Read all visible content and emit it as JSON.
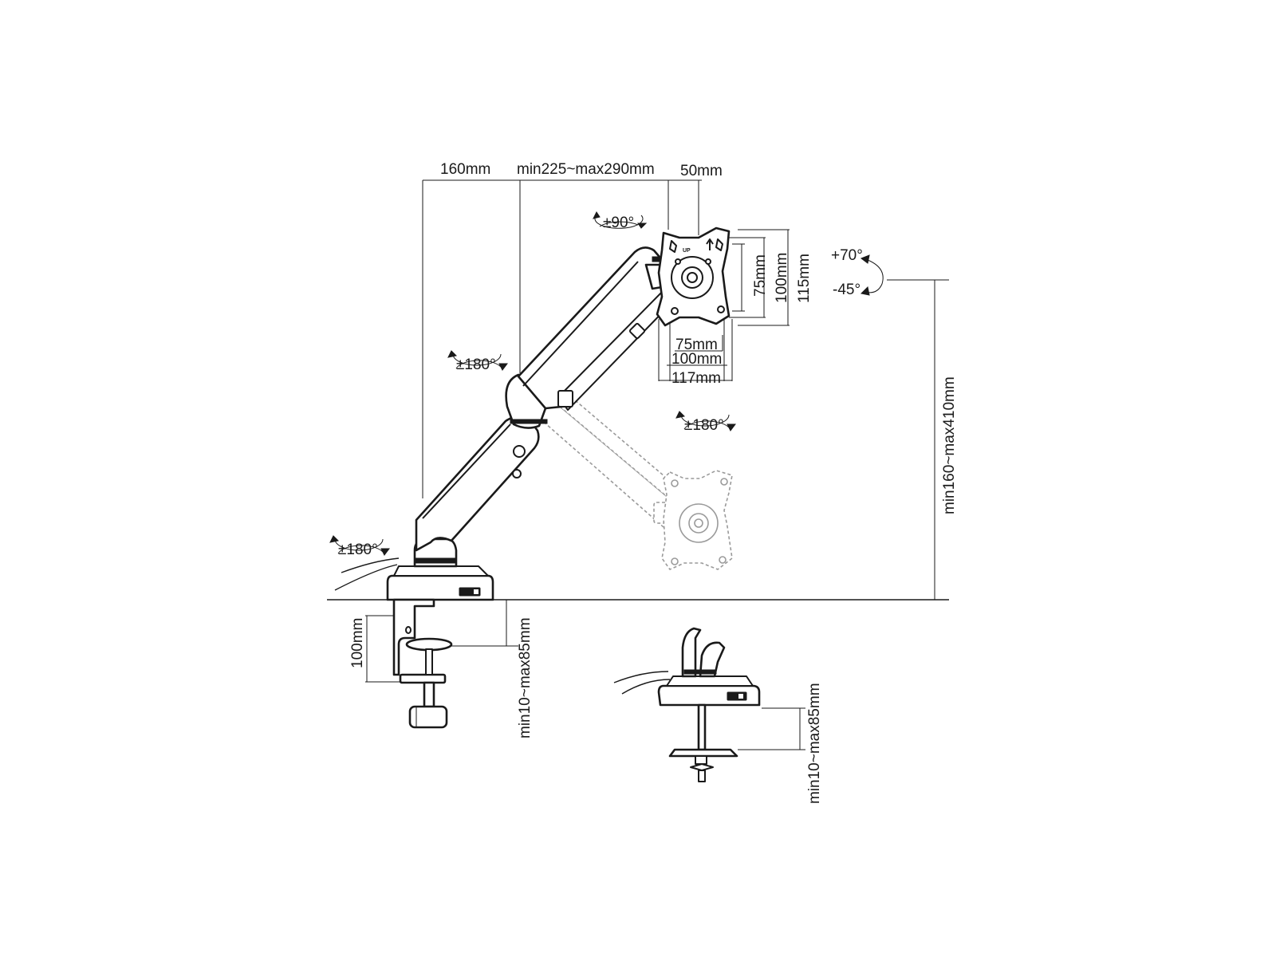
{
  "dimensions": {
    "base_to_pole": "160mm",
    "arm_reach": "min225~max290mm",
    "vesa_offset": "50mm",
    "vesa_height_75": "75mm",
    "vesa_height_100": "100mm",
    "plate_height": "115mm",
    "vesa_width_75": "75mm",
    "vesa_width_100": "100mm",
    "plate_width": "117mm",
    "height_range": "min160~max410mm",
    "clamp_depth": "100mm",
    "clamp_thickness": "min10~max85mm",
    "grommet_thickness": "min10~max85mm"
  },
  "rotations": {
    "vesa_rotate": "±90°",
    "tilt_up": "+70°",
    "tilt_down": "-45°",
    "upper_arm_swivel": "±180°",
    "head_swivel": "±180°",
    "base_swivel": "±180°"
  },
  "vesa_plate": {
    "up_label": "UP"
  }
}
